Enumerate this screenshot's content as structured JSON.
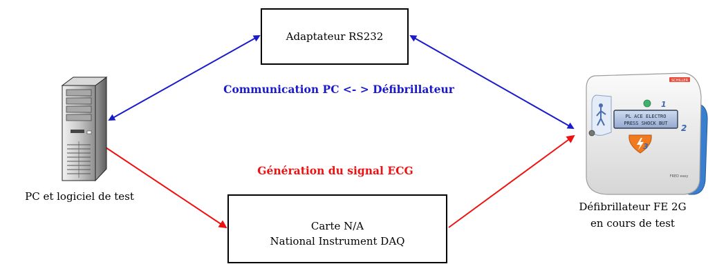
{
  "nodes": {
    "rs232": {
      "label": "Adaptateur RS232"
    },
    "daq": {
      "line1": "Carte N/A",
      "line2": "National Instrument DAQ"
    },
    "pc": {
      "label": "PC et logiciel de test"
    },
    "defibrillator": {
      "line1": "Défibrillateur FE 2G",
      "line2": "en cours de test"
    }
  },
  "edges": {
    "communication": {
      "label": "Communication PC <- > Défibrillateur",
      "color": "#1a1acc"
    },
    "ecg": {
      "label": "Génération du signal ECG",
      "color": "#ee1111"
    }
  },
  "device": {
    "screen_text_line1": "PL ACE ELECTRO",
    "screen_text_line2": "PRESS SHOCK BUT",
    "step1": "1",
    "step2": "2",
    "step3": "3",
    "brand": "SCHILLER",
    "model": "FRED easy"
  }
}
